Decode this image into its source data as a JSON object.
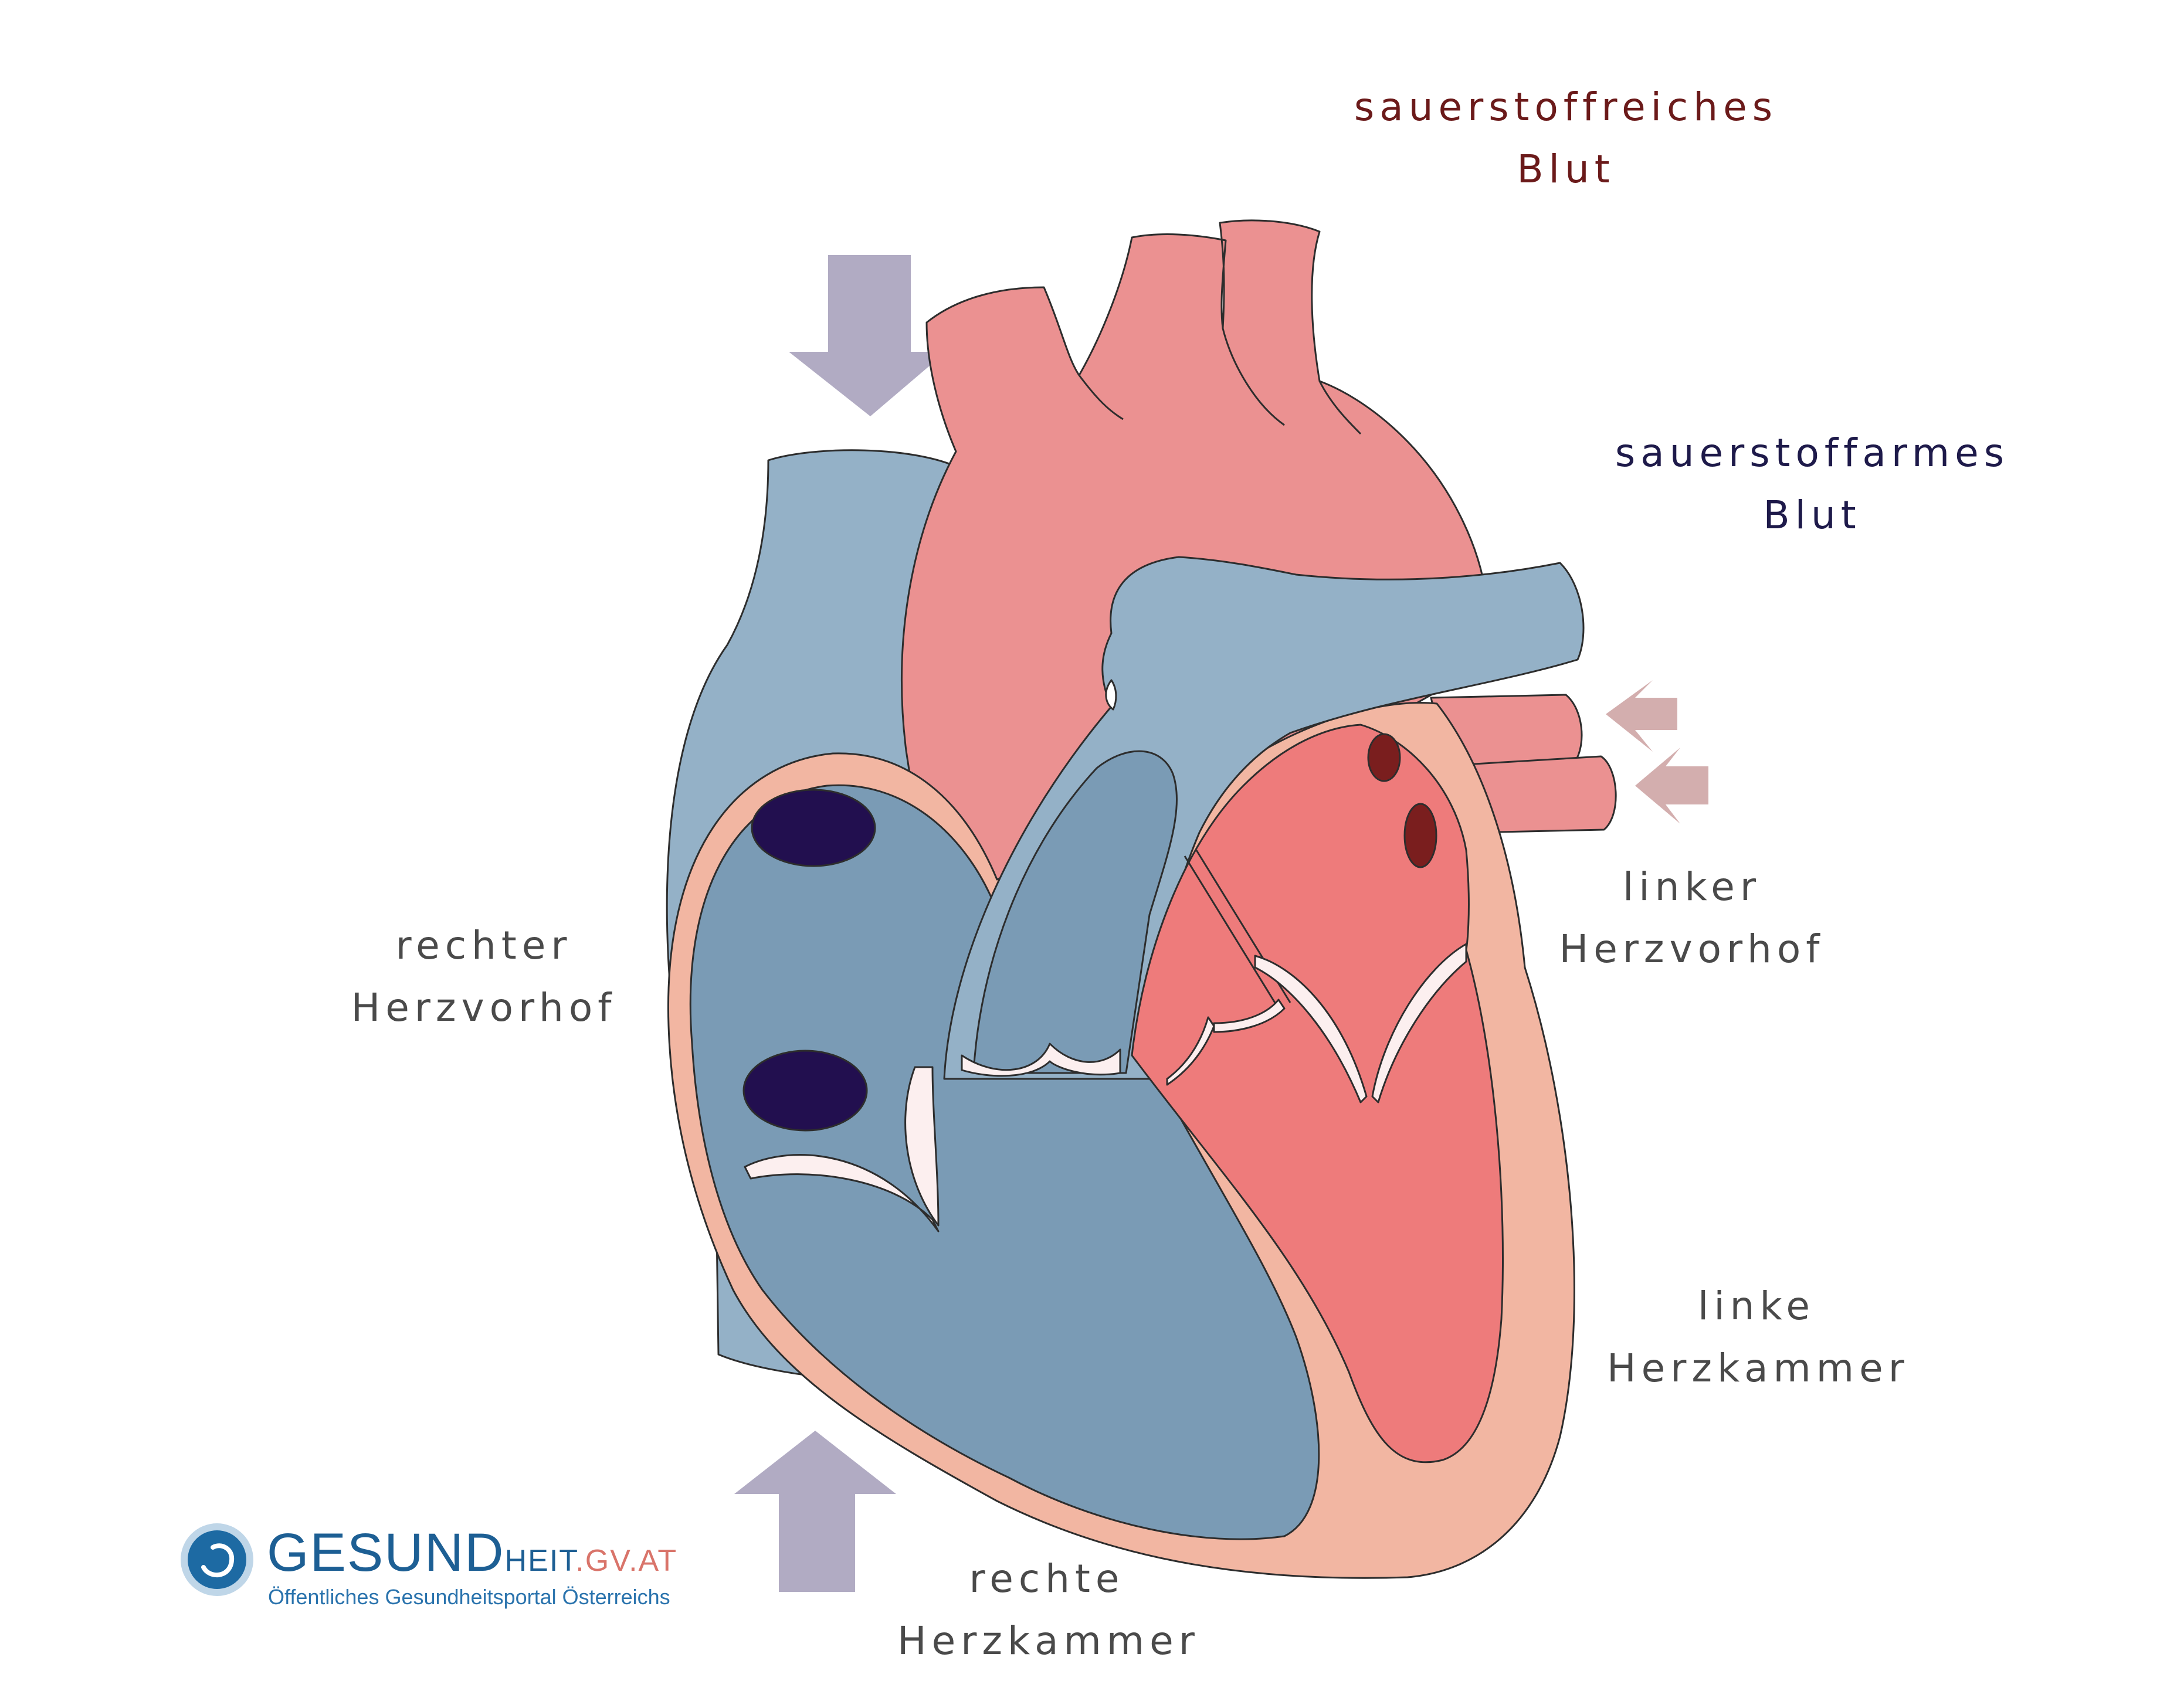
{
  "labels": {
    "oxygen_rich": {
      "line1": "sauerstoffreiches",
      "line2": "Blut"
    },
    "oxygen_poor": {
      "line1": "sauerstoffarmes",
      "line2": "Blut"
    },
    "right_atrium": {
      "line1": "rechter",
      "line2": "Herzvorhof"
    },
    "left_atrium": {
      "line1": "linker",
      "line2": "Herzvorhof"
    },
    "left_ventricle": {
      "line1": "linke",
      "line2": "Herzkammer"
    },
    "right_ventricle": {
      "line1": "rechte",
      "line2": "Herzkammer"
    }
  },
  "logo": {
    "brand_main": "GESUND",
    "brand_suffix": "HEIT",
    "brand_domain": ".GV.AT",
    "tagline": "Öffentliches Gesundheitsportal Österreichs"
  },
  "colors": {
    "oxygen_rich": "#eb9191",
    "oxygen_poor": "#94b1c7",
    "right_chamber": "#7a9bb5",
    "left_chamber": "#ee7b7b",
    "wall": "#f2b6a2",
    "arrow_poor": "#b1abc3",
    "arrow_rich": "#d3aeae",
    "valve": "#fcefef",
    "vein_opening": "#220f4f",
    "pulmonary_opening": "#7a1e1e"
  }
}
